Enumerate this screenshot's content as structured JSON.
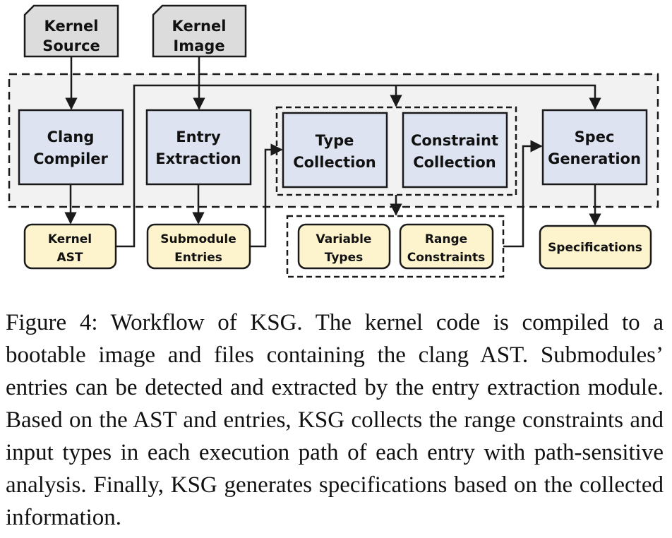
{
  "diagram": {
    "inputs": {
      "kernel_source": [
        "Kernel",
        "Source"
      ],
      "kernel_image": [
        "Kernel",
        "Image"
      ]
    },
    "modules": {
      "clang_compiler": [
        "Clang",
        "Compiler"
      ],
      "entry_extraction": [
        "Entry",
        "Extraction"
      ],
      "type_collection": [
        "Type",
        "Collection"
      ],
      "constraint_collection": [
        "Constraint",
        "Collection"
      ],
      "spec_generation": [
        "Spec",
        "Generation"
      ]
    },
    "outputs": {
      "kernel_ast": [
        "Kernel",
        "AST"
      ],
      "submodule_entries": [
        "Submodule",
        "Entries"
      ],
      "variable_types": [
        "Variable",
        "Types"
      ],
      "range_constraints": [
        "Range",
        "Constraints"
      ],
      "specifications": "Specifications"
    },
    "colors": {
      "module_fill": "#dde3f1",
      "output_fill": "#fdf3cc",
      "input_fill": "#dcdcdc",
      "stage_fill": "#f2f2f2",
      "stroke": "#1a1a1a"
    }
  },
  "caption": "Figure 4: Workflow of KSG. The kernel code is compiled to a bootable image and files containing the clang AST. Submodules’ entries can be detected and extracted by the entry extraction module. Based on the AST and entries, KSG collects the range constraints and input types in each execution path of each entry with path-sensitive analysis. Finally, KSG generates specifications based on the collected information."
}
